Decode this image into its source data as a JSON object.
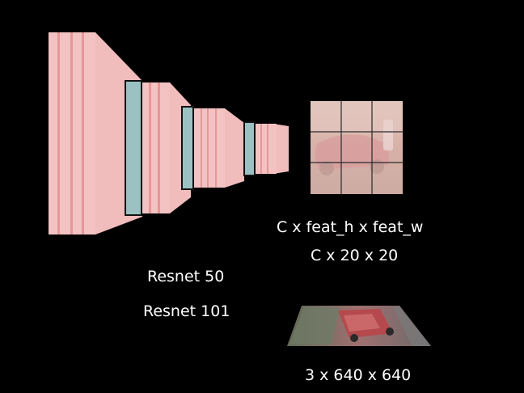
{
  "labels": {
    "resnet50": "Resnet 50",
    "resnet101": "Resnet 101",
    "feature_shape": "C x feat_h x feat_w",
    "feature_shape_example": "C x 20 x 20",
    "input_shape": "3 x 640 x 640"
  },
  "colors": {
    "background": "#000000",
    "layer_front": "#f3c3c3",
    "layer_face": "#f1bcbc",
    "layer_edge": "#e79797",
    "norm_block": "#9cc1c3",
    "block_outline": "#111111",
    "text": "#ffffff",
    "grid_line": "#2a2a2a"
  },
  "feature_grid": {
    "rows": 3,
    "cols": 3
  },
  "backbone_stages": 4,
  "images": [
    {
      "name": "input-car-photo",
      "description": "red vintage convertible car on a street"
    }
  ]
}
